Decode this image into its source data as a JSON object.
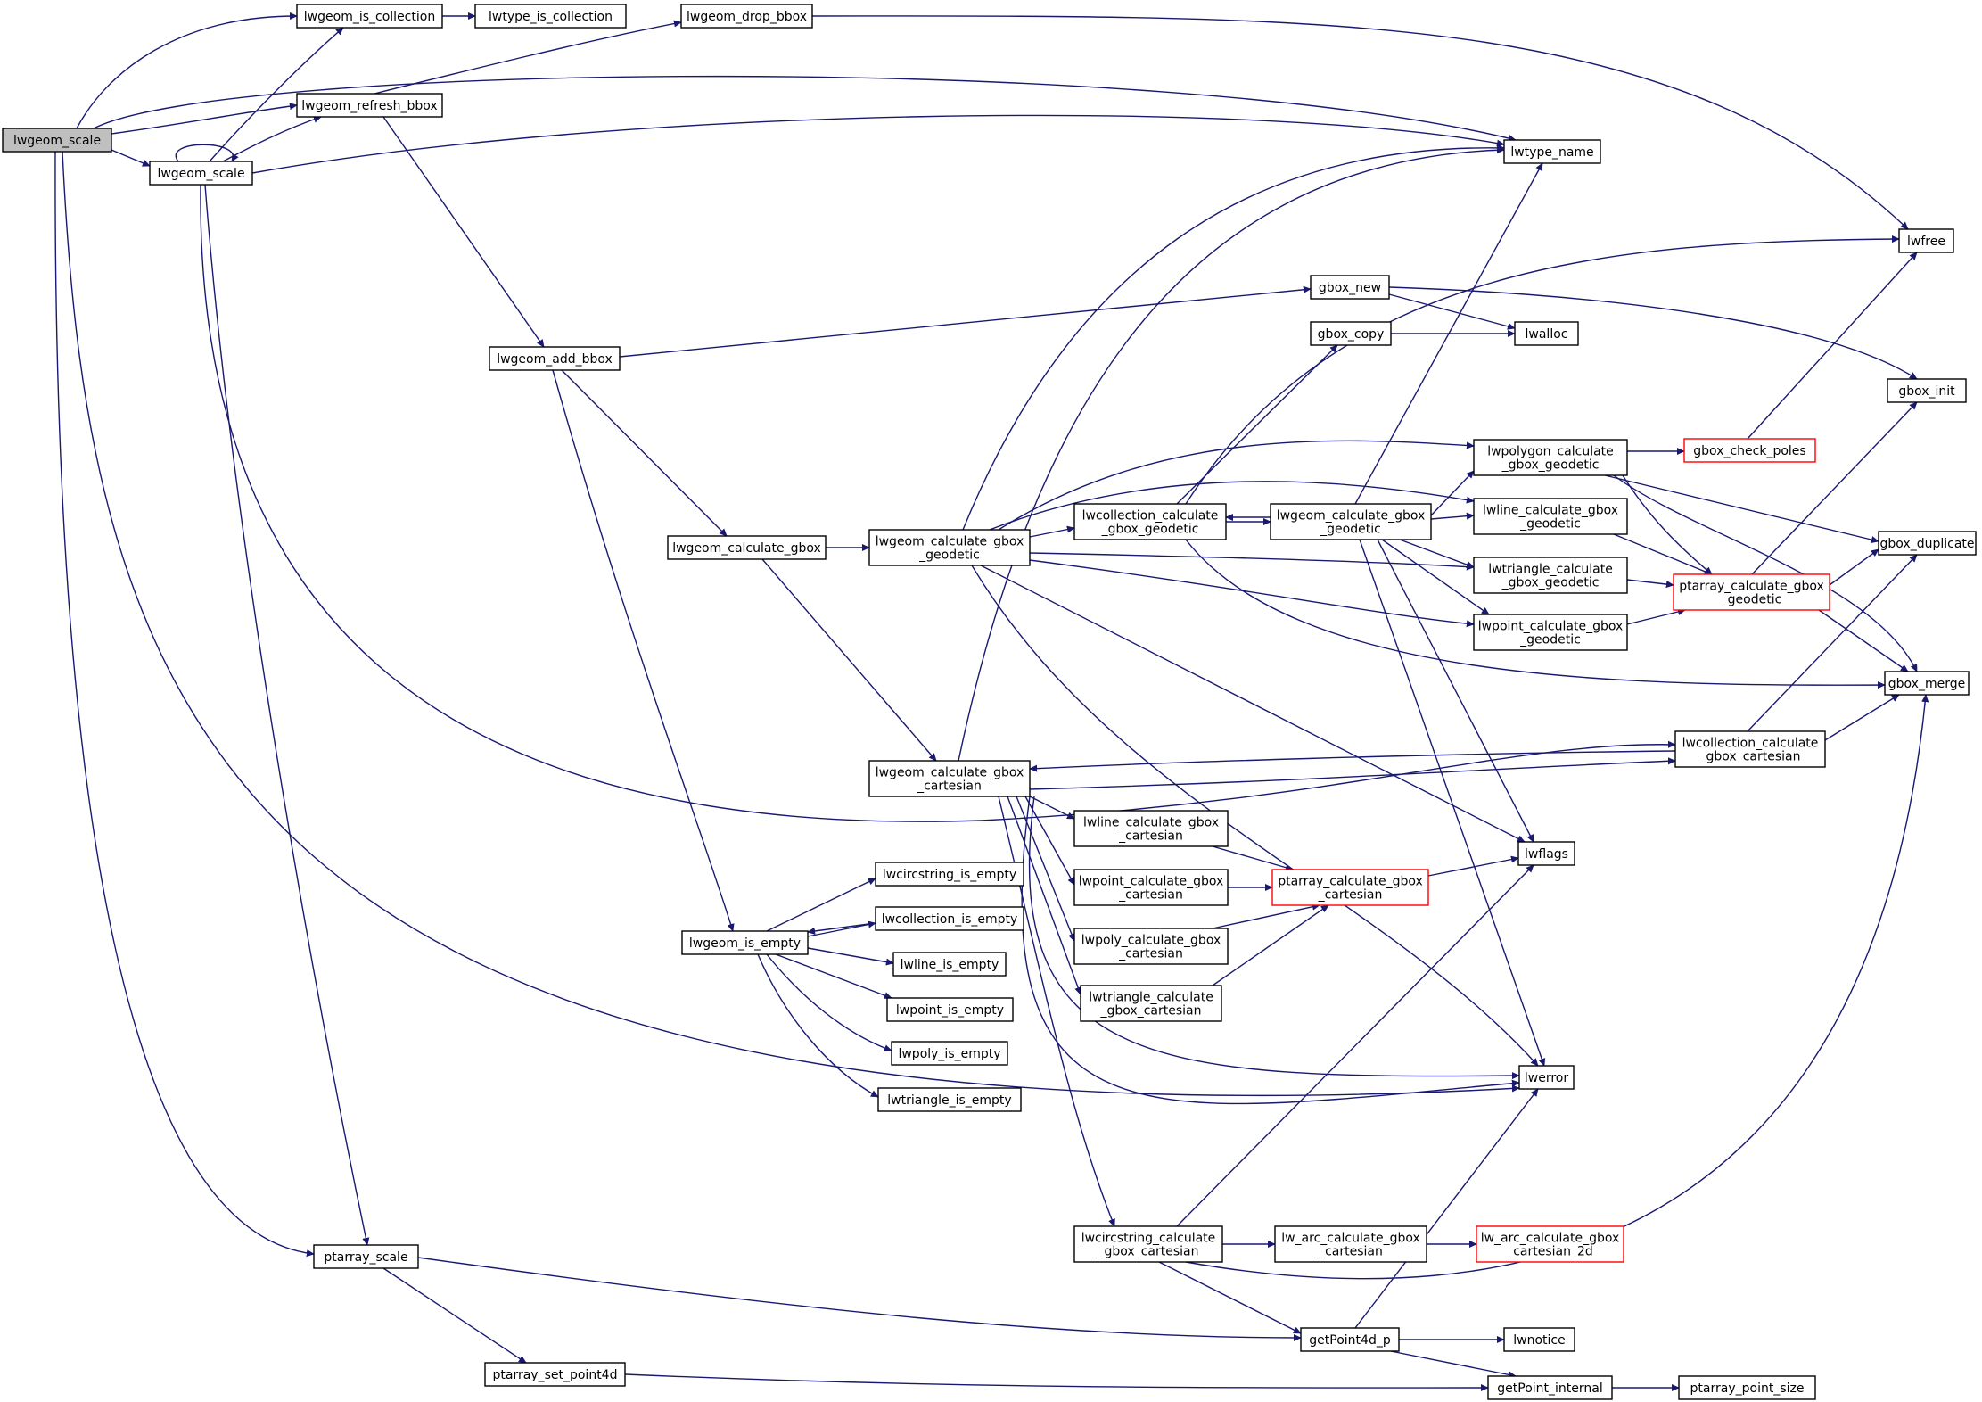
{
  "colors": {
    "edge": "#191970",
    "node_border": "#000000",
    "node_border_truncated": "#ff0000",
    "root_fill": "#bfbfbf",
    "node_fill": "#ffffff"
  },
  "nodes": [
    {
      "id": "root",
      "lines": [
        "lwgeom_scale"
      ],
      "root": true
    },
    {
      "id": "lwgeom_is_collection",
      "lines": [
        "lwgeom_is_collection"
      ]
    },
    {
      "id": "lwtype_is_collection",
      "lines": [
        "lwtype_is_collection"
      ]
    },
    {
      "id": "lwgeom_drop_bbox",
      "lines": [
        "lwgeom_drop_bbox"
      ]
    },
    {
      "id": "lwgeom_refresh_bbox",
      "lines": [
        "lwgeom_refresh_bbox"
      ]
    },
    {
      "id": "lwgeom_scale2",
      "lines": [
        "lwgeom_scale"
      ]
    },
    {
      "id": "lwtype_name",
      "lines": [
        "lwtype_name"
      ]
    },
    {
      "id": "lwfree",
      "lines": [
        "lwfree"
      ]
    },
    {
      "id": "gbox_new",
      "lines": [
        "gbox_new"
      ]
    },
    {
      "id": "gbox_copy",
      "lines": [
        "gbox_copy"
      ]
    },
    {
      "id": "lwalloc",
      "lines": [
        "lwalloc"
      ]
    },
    {
      "id": "lwgeom_add_bbox",
      "lines": [
        "lwgeom_add_bbox"
      ]
    },
    {
      "id": "gbox_init",
      "lines": [
        "gbox_init"
      ]
    },
    {
      "id": "lwpolygon_calc_geo",
      "lines": [
        "lwpolygon_calculate",
        "_gbox_geodetic"
      ]
    },
    {
      "id": "gbox_check_poles",
      "lines": [
        "gbox_check_poles"
      ],
      "truncated": true
    },
    {
      "id": "lwcollection_calc_geo",
      "lines": [
        "lwcollection_calculate",
        "_gbox_geodetic"
      ]
    },
    {
      "id": "lwgeom_calc_gbox_geo2",
      "lines": [
        "lwgeom_calculate_gbox",
        "_geodetic"
      ]
    },
    {
      "id": "lwline_calc_geo",
      "lines": [
        "lwline_calculate_gbox",
        "_geodetic"
      ]
    },
    {
      "id": "lwgeom_calculate_gbox",
      "lines": [
        "lwgeom_calculate_gbox"
      ]
    },
    {
      "id": "lwgeom_calc_gbox_geo",
      "lines": [
        "lwgeom_calculate_gbox",
        "_geodetic"
      ]
    },
    {
      "id": "gbox_duplicate",
      "lines": [
        "gbox_duplicate"
      ]
    },
    {
      "id": "lwtriangle_calc_geo",
      "lines": [
        "lwtriangle_calculate",
        "_gbox_geodetic"
      ]
    },
    {
      "id": "ptarray_calc_geo",
      "lines": [
        "ptarray_calculate_gbox",
        "_geodetic"
      ],
      "truncated": true
    },
    {
      "id": "lwpoint_calc_geo",
      "lines": [
        "lwpoint_calculate_gbox",
        "_geodetic"
      ]
    },
    {
      "id": "gbox_merge",
      "lines": [
        "gbox_merge"
      ]
    },
    {
      "id": "lwcollection_calc_cart",
      "lines": [
        "lwcollection_calculate",
        "_gbox_cartesian"
      ]
    },
    {
      "id": "lwgeom_calc_gbox_cart",
      "lines": [
        "lwgeom_calculate_gbox",
        "_cartesian"
      ]
    },
    {
      "id": "lwline_calc_cart",
      "lines": [
        "lwline_calculate_gbox",
        "_cartesian"
      ]
    },
    {
      "id": "lwflags",
      "lines": [
        "lwflags"
      ]
    },
    {
      "id": "lwcircstring_is_empty",
      "lines": [
        "lwcircstring_is_empty"
      ]
    },
    {
      "id": "lwpoint_calc_cart",
      "lines": [
        "lwpoint_calculate_gbox",
        "_cartesian"
      ]
    },
    {
      "id": "ptarray_calc_cart",
      "lines": [
        "ptarray_calculate_gbox",
        "_cartesian"
      ],
      "truncated": true
    },
    {
      "id": "lwcollection_is_empty",
      "lines": [
        "lwcollection_is_empty"
      ]
    },
    {
      "id": "lwgeom_is_empty",
      "lines": [
        "lwgeom_is_empty"
      ]
    },
    {
      "id": "lwpoly_calc_cart",
      "lines": [
        "lwpoly_calculate_gbox",
        "_cartesian"
      ]
    },
    {
      "id": "lwline_is_empty",
      "lines": [
        "lwline_is_empty"
      ]
    },
    {
      "id": "lwtriangle_calc_cart",
      "lines": [
        "lwtriangle_calculate",
        "_gbox_cartesian"
      ]
    },
    {
      "id": "lwpoint_is_empty",
      "lines": [
        "lwpoint_is_empty"
      ]
    },
    {
      "id": "lwpoly_is_empty",
      "lines": [
        "lwpoly_is_empty"
      ]
    },
    {
      "id": "lwerror",
      "lines": [
        "lwerror"
      ]
    },
    {
      "id": "lwtriangle_is_empty",
      "lines": [
        "lwtriangle_is_empty"
      ]
    },
    {
      "id": "lwcircstring_calc_cart",
      "lines": [
        "lwcircstring_calculate",
        "_gbox_cartesian"
      ]
    },
    {
      "id": "lw_arc_calc_cart",
      "lines": [
        "lw_arc_calculate_gbox",
        "_cartesian"
      ]
    },
    {
      "id": "lw_arc_calc_cart_2d",
      "lines": [
        "lw_arc_calculate_gbox",
        "_cartesian_2d"
      ],
      "truncated": true
    },
    {
      "id": "ptarray_scale",
      "lines": [
        "ptarray_scale"
      ]
    },
    {
      "id": "getPoint4d_p",
      "lines": [
        "getPoint4d_p"
      ]
    },
    {
      "id": "lwnotice",
      "lines": [
        "lwnotice"
      ]
    },
    {
      "id": "ptarray_set_point4d",
      "lines": [
        "ptarray_set_point4d"
      ]
    },
    {
      "id": "getPoint_internal",
      "lines": [
        "getPoint_internal"
      ]
    },
    {
      "id": "ptarray_point_size",
      "lines": [
        "ptarray_point_size"
      ]
    }
  ]
}
